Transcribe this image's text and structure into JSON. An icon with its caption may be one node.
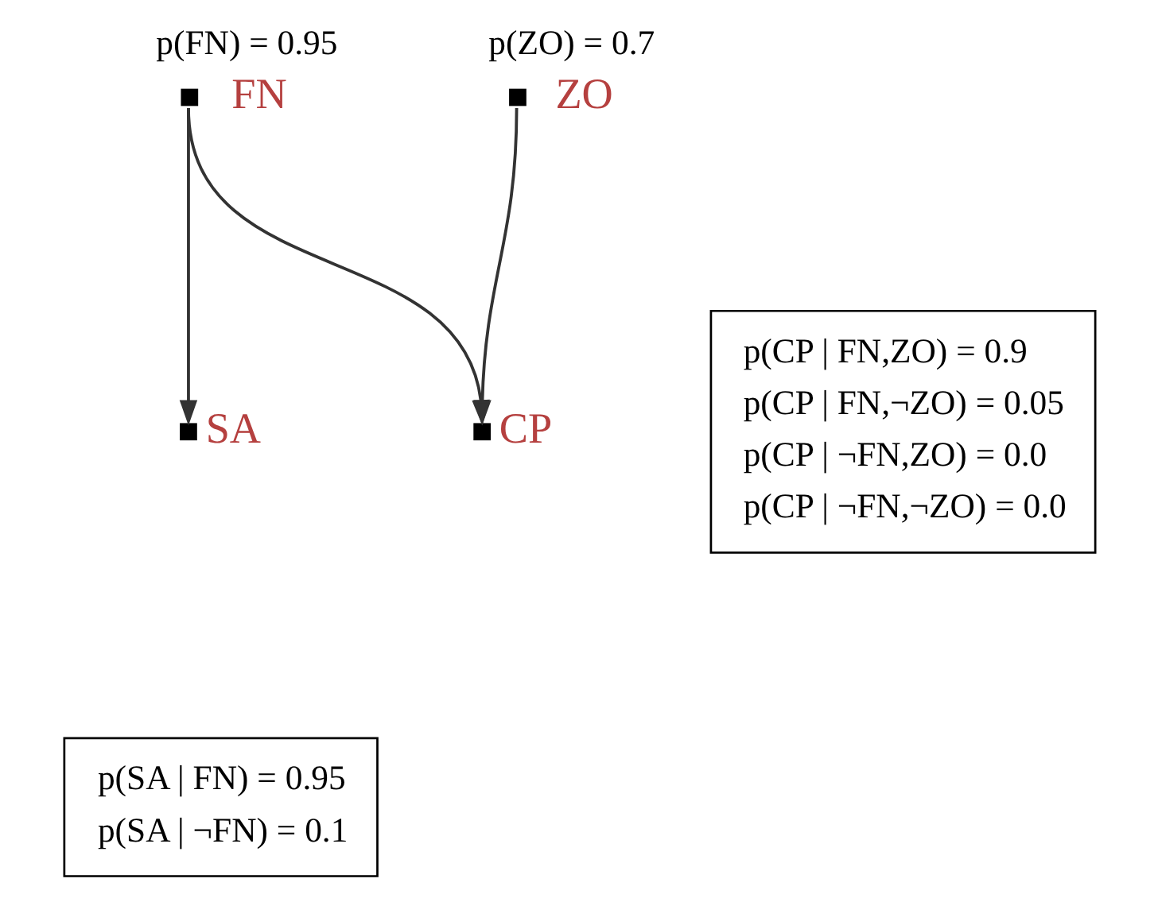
{
  "diagram": {
    "nodes": [
      {
        "text": [
          "ZO"
        ],
        "beside": [
          "p(ZO) = 0.7"
        ]
      },
      {
        "text": [
          "FN"
        ],
        "beside": [
          "p(FN) = 0.95"
        ]
      },
      {
        "text": [
          "SA"
        ]
      },
      {
        "text": [
          "CP"
        ]
      },
      {
        "text": [
          "p(CP | FN,ZO) = 0.9",
          "p(CP | FN,¬ZO) = 0.05",
          "p(CP | ¬FN,ZO) = 0.0",
          "p(CP | ¬FN,¬ZO) = 0.0"
        ]
      },
      {
        "text": [
          "p(SA | FN) = 0.95",
          "p(SA | ¬FN) = 0.1"
        ]
      }
    ],
    "edges": [
      {
        "from": 1,
        "to": 2,
        "arrow": "to"
      },
      {
        "from": 1,
        "to": 3,
        "arrow": "to"
      },
      {
        "from": 0,
        "to": 3,
        "arrow": "to"
      }
    ]
  }
}
